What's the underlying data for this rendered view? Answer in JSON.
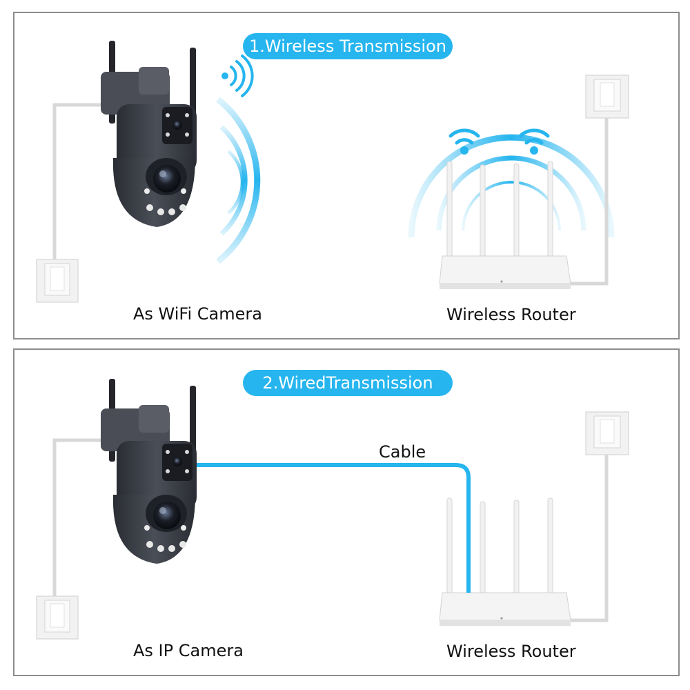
{
  "panels": [
    {
      "mode_title": "1.Wireless Transmission",
      "camera_caption": "As WiFi Camera",
      "router_caption": "Wireless Router"
    },
    {
      "mode_title": "2.WiredTransmission",
      "camera_caption": "As IP Camera",
      "router_caption": "Wireless Router",
      "cable_label": "Cable"
    }
  ],
  "colors": {
    "accent": "#26b5ee",
    "border": "#8c8c8c",
    "camera_body": "#3a3d44",
    "router": "#f4f4f4"
  }
}
